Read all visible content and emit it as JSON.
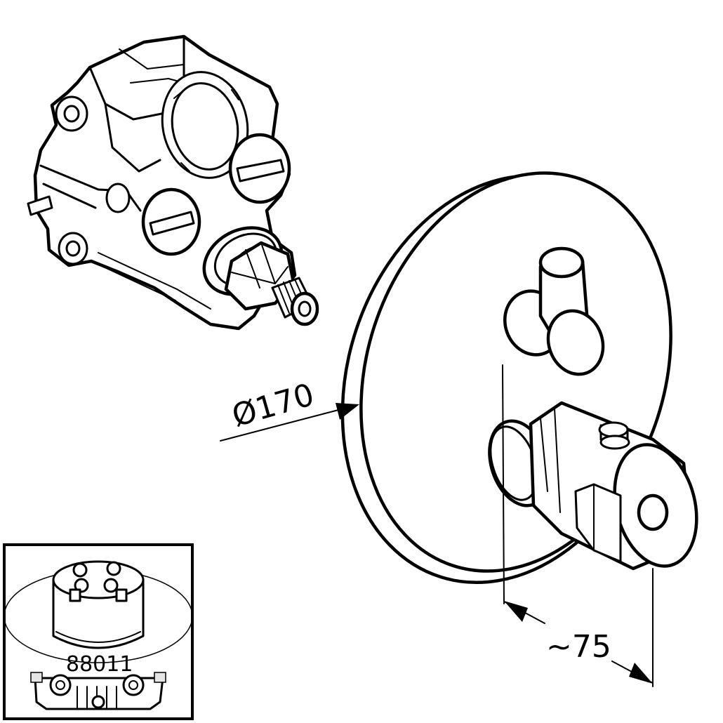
{
  "dimensions": {
    "diameter_label": "Ø170",
    "depth_label": "~75"
  },
  "inset": {
    "part_number": "88011"
  }
}
